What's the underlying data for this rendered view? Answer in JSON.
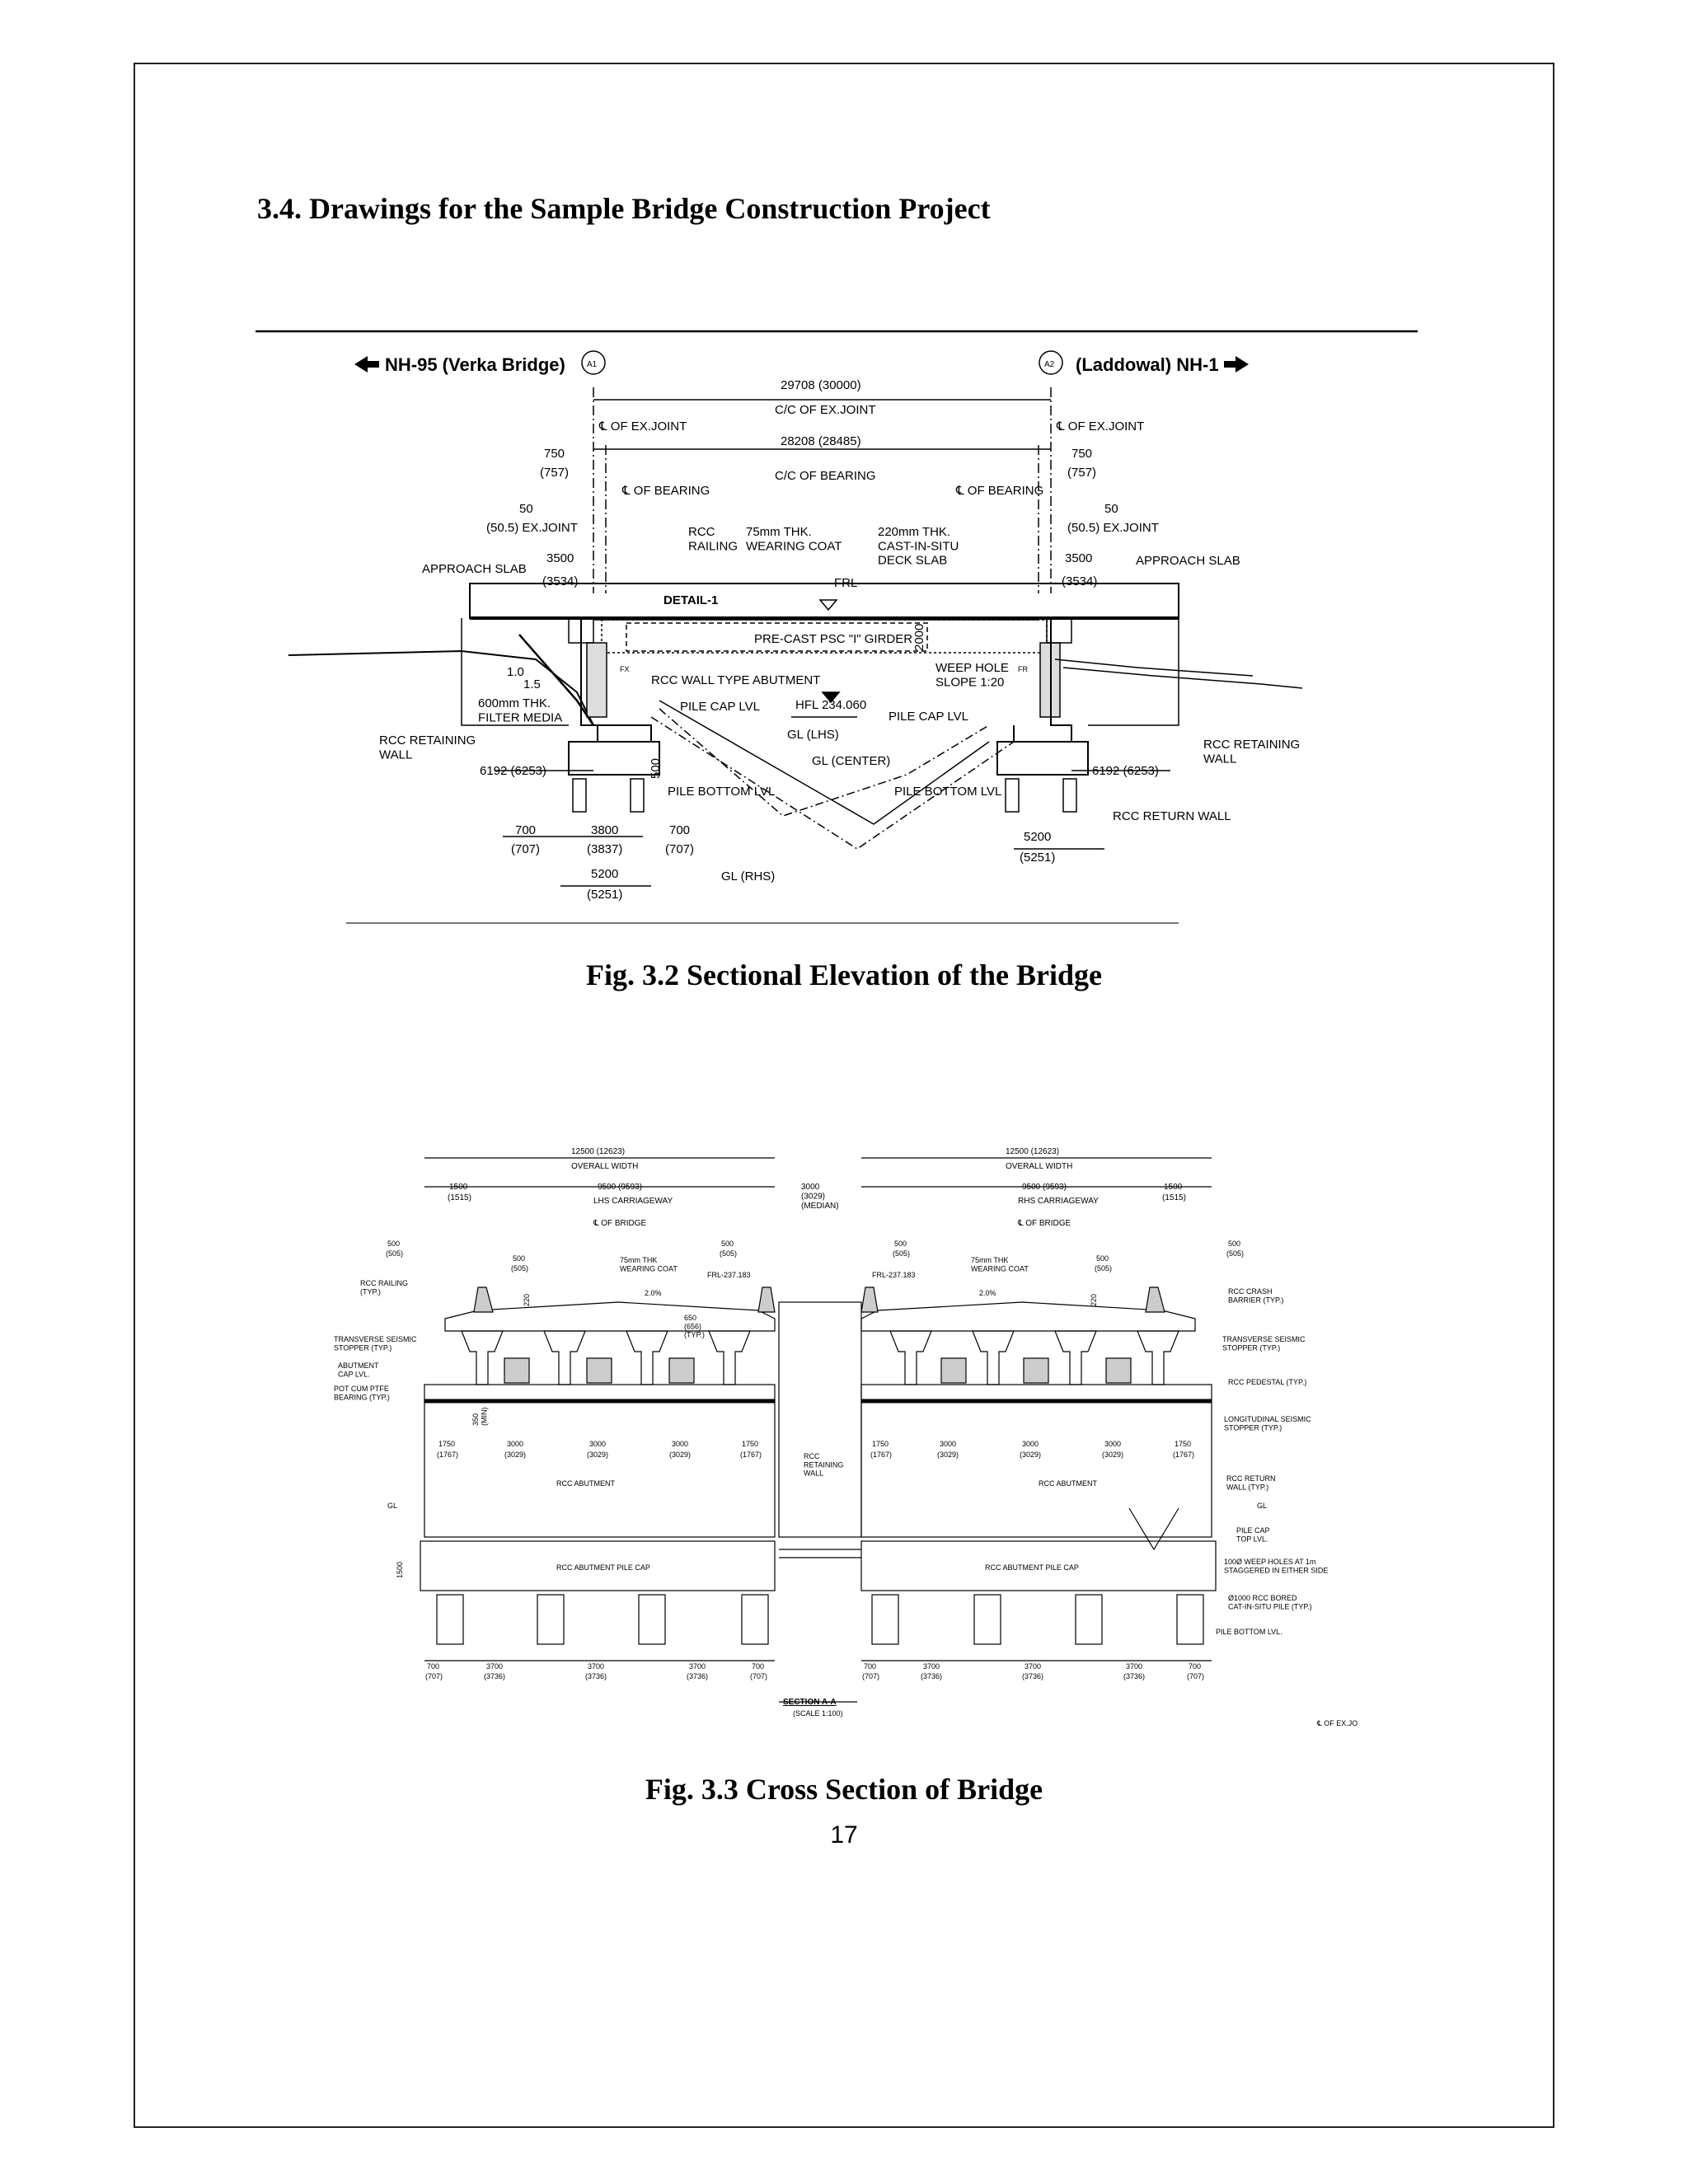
{
  "heading": "3.4. Drawings for the Sample Bridge Construction Project",
  "fig1": {
    "caption": "Fig. 3.2 Sectional Elevation of the Bridge",
    "left_road": "NH-95 (Verka Bridge)",
    "right_road": "(Laddowal) NH-1",
    "a1": "A1",
    "a2": "A2",
    "span_total": "29708 (30000)",
    "span_total_label": "C/C OF EX.JOINT",
    "cl_exjoint": "℄ OF EX.JOINT",
    "span_bearing": "28208 (28485)",
    "span_bearing_label": "C/C OF BEARING",
    "cl_bearing": "℄ OF BEARING",
    "dim_750": "750",
    "dim_757": "(757)",
    "dim_50": "50",
    "exjoint_50": "(50.5) EX.JOINT",
    "rcc_railing": "RCC\nRAILING",
    "wearing_coat": "75mm THK.\nWEARING COAT",
    "deck_slab": "220mm THK.\nCAST-IN-SITU\nDECK SLAB",
    "frl": "FRL",
    "approach_slab": "APPROACH SLAB",
    "dim_3500": "3500",
    "dim_3534": "(3534)",
    "detail": "DETAIL-1",
    "girder": "PRE-CAST PSC \"I\" GIRDER",
    "girder_depth": "2000",
    "fx": "FX",
    "fr": "FR",
    "abutment": "RCC WALL TYPE ABUTMENT",
    "weep_hole": "WEEP HOLE\nSLOPE 1:20",
    "hfl": "HFL 234.060",
    "slope_1": "1.0",
    "slope_15": "1.5",
    "filter": "600mm THK.\nFILTER MEDIA",
    "pile_cap": "PILE CAP LVL",
    "gl_lhs": "GL (LHS)",
    "gl_center": "GL (CENTER)",
    "gl_rhs": "GL (RHS)",
    "retaining_wall": "RCC RETAINING\nWALL",
    "dim_6192": "6192 (6253)",
    "dim_500": "500",
    "pile_bottom": "PILE BOTTOM LVL",
    "dim_700": "700",
    "dim_707": "(707)",
    "dim_3800": "3800",
    "dim_3837": "(3837)",
    "dim_5200": "5200",
    "dim_5251": "(5251)",
    "return_wall": "RCC RETURN WALL"
  },
  "fig2": {
    "caption": "Fig. 3.3 Cross Section of Bridge",
    "overall": "12500 (12623)",
    "overall_label": "OVERALL WIDTH",
    "dim_1500": "1500",
    "dim_1515": "(1515)",
    "carriage": "9500 (9593)",
    "lhs": "LHS CARRIAGEWAY",
    "rhs": "RHS CARRIAGEWAY",
    "median": "3000\n(3029)\n(MEDIAN)",
    "cl_bridge": "℄ OF BRIDGE",
    "dim_500": "500",
    "dim_505": "(505)",
    "wearing": "75mm THK\nWEARING COAT",
    "frl": "FRL-237.183",
    "slope": "2.0%",
    "dim_220": "220",
    "dim_650": "650\n(656)\n(TYP.)",
    "rcc_railing": "RCC RAILING\n(TYP.)",
    "seismic": "TRANSVERSE SEISMIC\nSTOPPER (TYP.)",
    "abut_cap": "ABUTMENT\nCAP LVL.",
    "pot": "POT CUM PTFE\nBEARING (TYP.)",
    "dim_350": "350\n(MIN)",
    "crash": "RCC CRASH\nBARRIER (TYP.)",
    "pedestal": "RCC PEDESTAL (TYP.)",
    "long_seismic": "LONGITUDINAL SEISMIC\nSTOPPER (TYP.)",
    "dim_1750": "1750",
    "dim_1767": "(1767)",
    "dim_3000": "3000",
    "dim_3029": "(3029)",
    "abutment": "RCC ABUTMENT",
    "ret_wall": "RCC\nRETAINING\nWALL",
    "return_wall": "RCC RETURN\nWALL (TYP.)",
    "gl": "GL",
    "pile_cap_top": "PILE CAP\nTOP LVL.",
    "pile_cap_label": "RCC ABUTMENT PILE CAP",
    "dim_1500v": "1500",
    "weep": "100Ø WEEP HOLES AT 1m\nSTAGGERED IN EITHER SIDE",
    "pile": "Ø1000 RCC BORED\nCAT-IN-SITU PILE (TYP.)",
    "pile_bottom": "PILE BOTTOM LVL.",
    "dim_700": "700",
    "dim_707": "(707)",
    "dim_3700": "3700",
    "dim_3736": "(3736)",
    "section": "SECTION A-A",
    "scale": "(SCALE 1:100)",
    "corner_note": "℄ OF EX.JO"
  },
  "page_number": "17"
}
